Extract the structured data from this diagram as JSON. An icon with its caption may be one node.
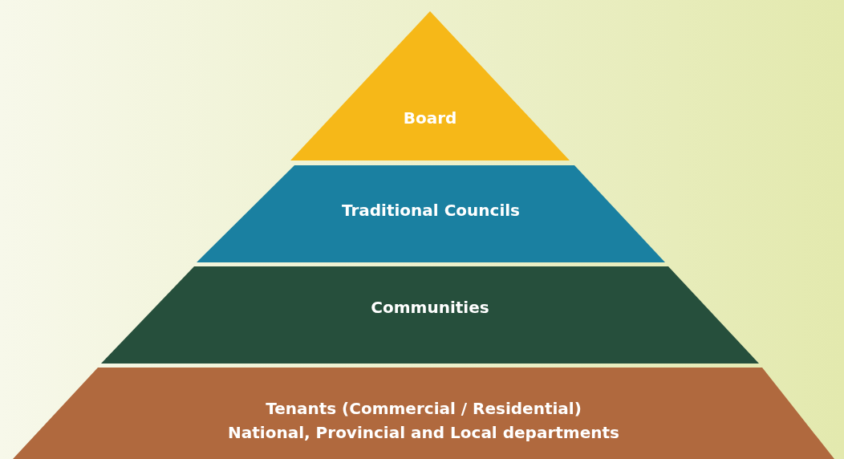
{
  "diagram": {
    "nodes": [
      {
        "text": [
          "Board"
        ]
      },
      {
        "text": [
          "Traditional Councils"
        ]
      },
      {
        "text": [
          "Communities"
        ]
      },
      {
        "text": [
          "Tenants (Commercial / Residential)",
          "National, Provincial and Local departments"
        ]
      }
    ]
  }
}
